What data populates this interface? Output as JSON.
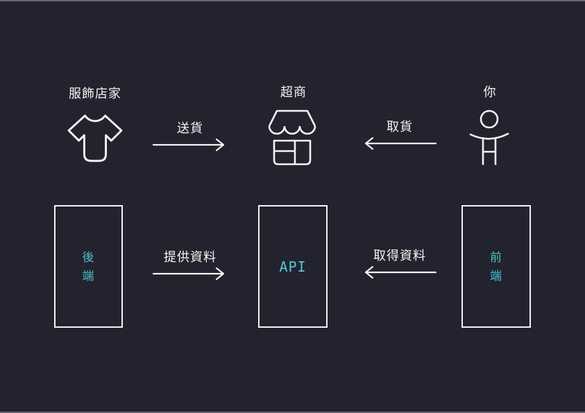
{
  "colors": {
    "background": "#22232E",
    "stroke_white": "#F4F4F2",
    "accent_teal": "#49C2CC",
    "api_teal": "#55CBD5",
    "edge_line": "#8A8A94"
  },
  "analogy_row": {
    "clothing_store": {
      "label": "服飾店家",
      "icon": "tshirt-icon"
    },
    "deliver_arrow": {
      "label": "送貨",
      "direction": "right"
    },
    "convenience_store": {
      "label": "超商",
      "icon": "storefront-icon"
    },
    "pickup_arrow": {
      "label": "取貨",
      "direction": "left"
    },
    "you": {
      "label": "你",
      "icon": "person-icon"
    }
  },
  "tech_row": {
    "backend_box": {
      "label": "後\n端"
    },
    "provide_arrow": {
      "label": "提供資料",
      "direction": "right"
    },
    "api_box": {
      "label": "API"
    },
    "get_arrow": {
      "label": "取得資料",
      "direction": "left"
    },
    "frontend_box": {
      "label": "前\n端"
    }
  }
}
